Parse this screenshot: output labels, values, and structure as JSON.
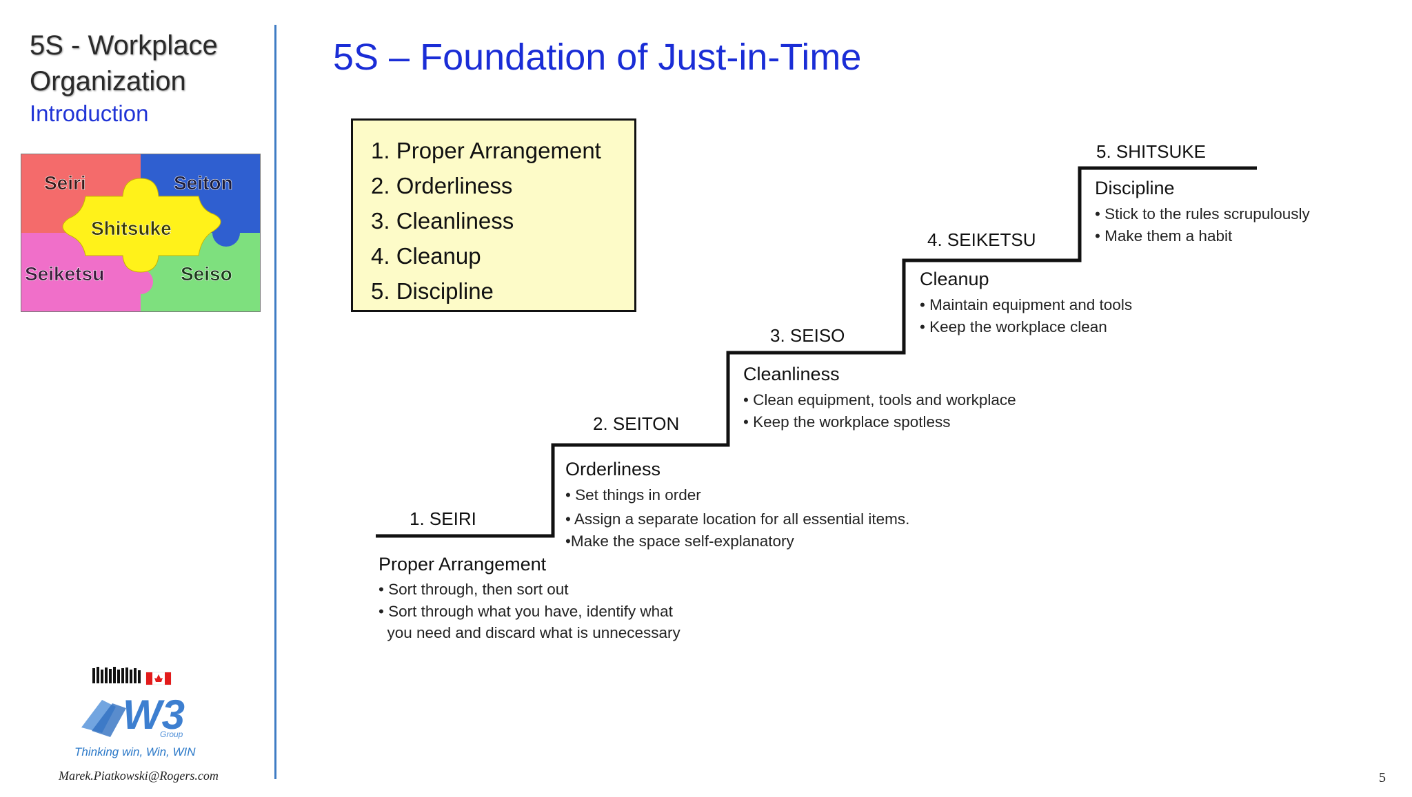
{
  "sidebar": {
    "title_line1": "5S - Workplace",
    "title_line2": "Organization",
    "subtitle": "Introduction",
    "puzzle": {
      "seiri": "Seiri",
      "seiton": "Seiton",
      "shitsuke": "Shitsuke",
      "seiketsu": "Seiketsu",
      "seiso": "Seiso",
      "colors": {
        "seiri": "#f46b6b",
        "seiton": "#2f5fd0",
        "shitsuke": "#fff21a",
        "seiketsu": "#f06fc9",
        "seiso": "#7ee07e"
      }
    },
    "logo": {
      "icon": "w3-group-logo",
      "text": "W3",
      "small_text": "Group"
    },
    "tagline": "Thinking win, Win, WIN",
    "email": "Marek.Piatkowski@Rogers.com"
  },
  "main": {
    "title": "5S – Foundation of Just-in-Time",
    "list": [
      "1. Proper Arrangement",
      "2. Orderliness",
      "3. Cleanliness",
      "4. Cleanup",
      "5. Discipline"
    ],
    "steps": [
      {
        "label": "1. SEIRI",
        "heading": "Proper Arrangement",
        "bullets": [
          "• Sort through, then sort out",
          "• Sort through what you have, identify what",
          "  you need and discard what is unnecessary"
        ]
      },
      {
        "label": "2. SEITON",
        "heading": "Orderliness",
        "bullets": [
          "• Set things in order",
          "• Assign a separate location for all essential items.",
          "•Make the space self-explanatory"
        ]
      },
      {
        "label": "3. SEISO",
        "heading": "Cleanliness",
        "bullets": [
          "• Clean equipment, tools and workplace",
          "• Keep the workplace spotless"
        ]
      },
      {
        "label": "4. SEIKETSU",
        "heading": "Cleanup",
        "bullets": [
          "• Maintain equipment and tools",
          "• Keep the workplace clean"
        ]
      },
      {
        "label": "5. SHITSUKE",
        "heading": "Discipline",
        "bullets": [
          "• Stick to the rules scrupulously",
          "• Make them a habit"
        ]
      }
    ]
  },
  "page_number": "5",
  "colors": {
    "title_blue": "#1a2dd6",
    "divider": "#3f7cc4",
    "list_box_bg": "#fdfbc8"
  }
}
